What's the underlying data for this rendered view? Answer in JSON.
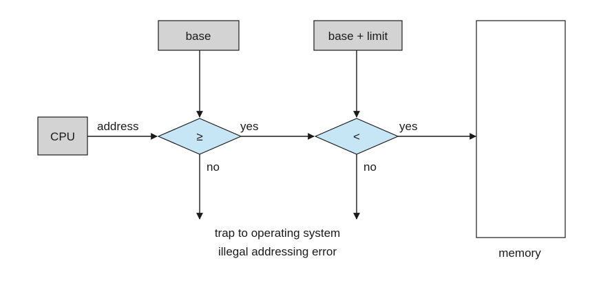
{
  "diagram": {
    "cpu_label": "CPU",
    "address_label": "address",
    "base_label": "base",
    "base_limit_label": "base + limit",
    "compare_ge_symbol": "≥",
    "compare_lt_symbol": "<",
    "yes_label_1": "yes",
    "yes_label_2": "yes",
    "no_label_1": "no",
    "no_label_2": "no",
    "trap_line_1": "trap to operating system",
    "trap_line_2": "illegal addressing error",
    "memory_label": "memory"
  },
  "colors": {
    "box_fill": "#d3d3d3",
    "decision_fill": "#c6e6f5",
    "stroke": "#1a1a1a",
    "memory_fill": "#ffffff"
  }
}
